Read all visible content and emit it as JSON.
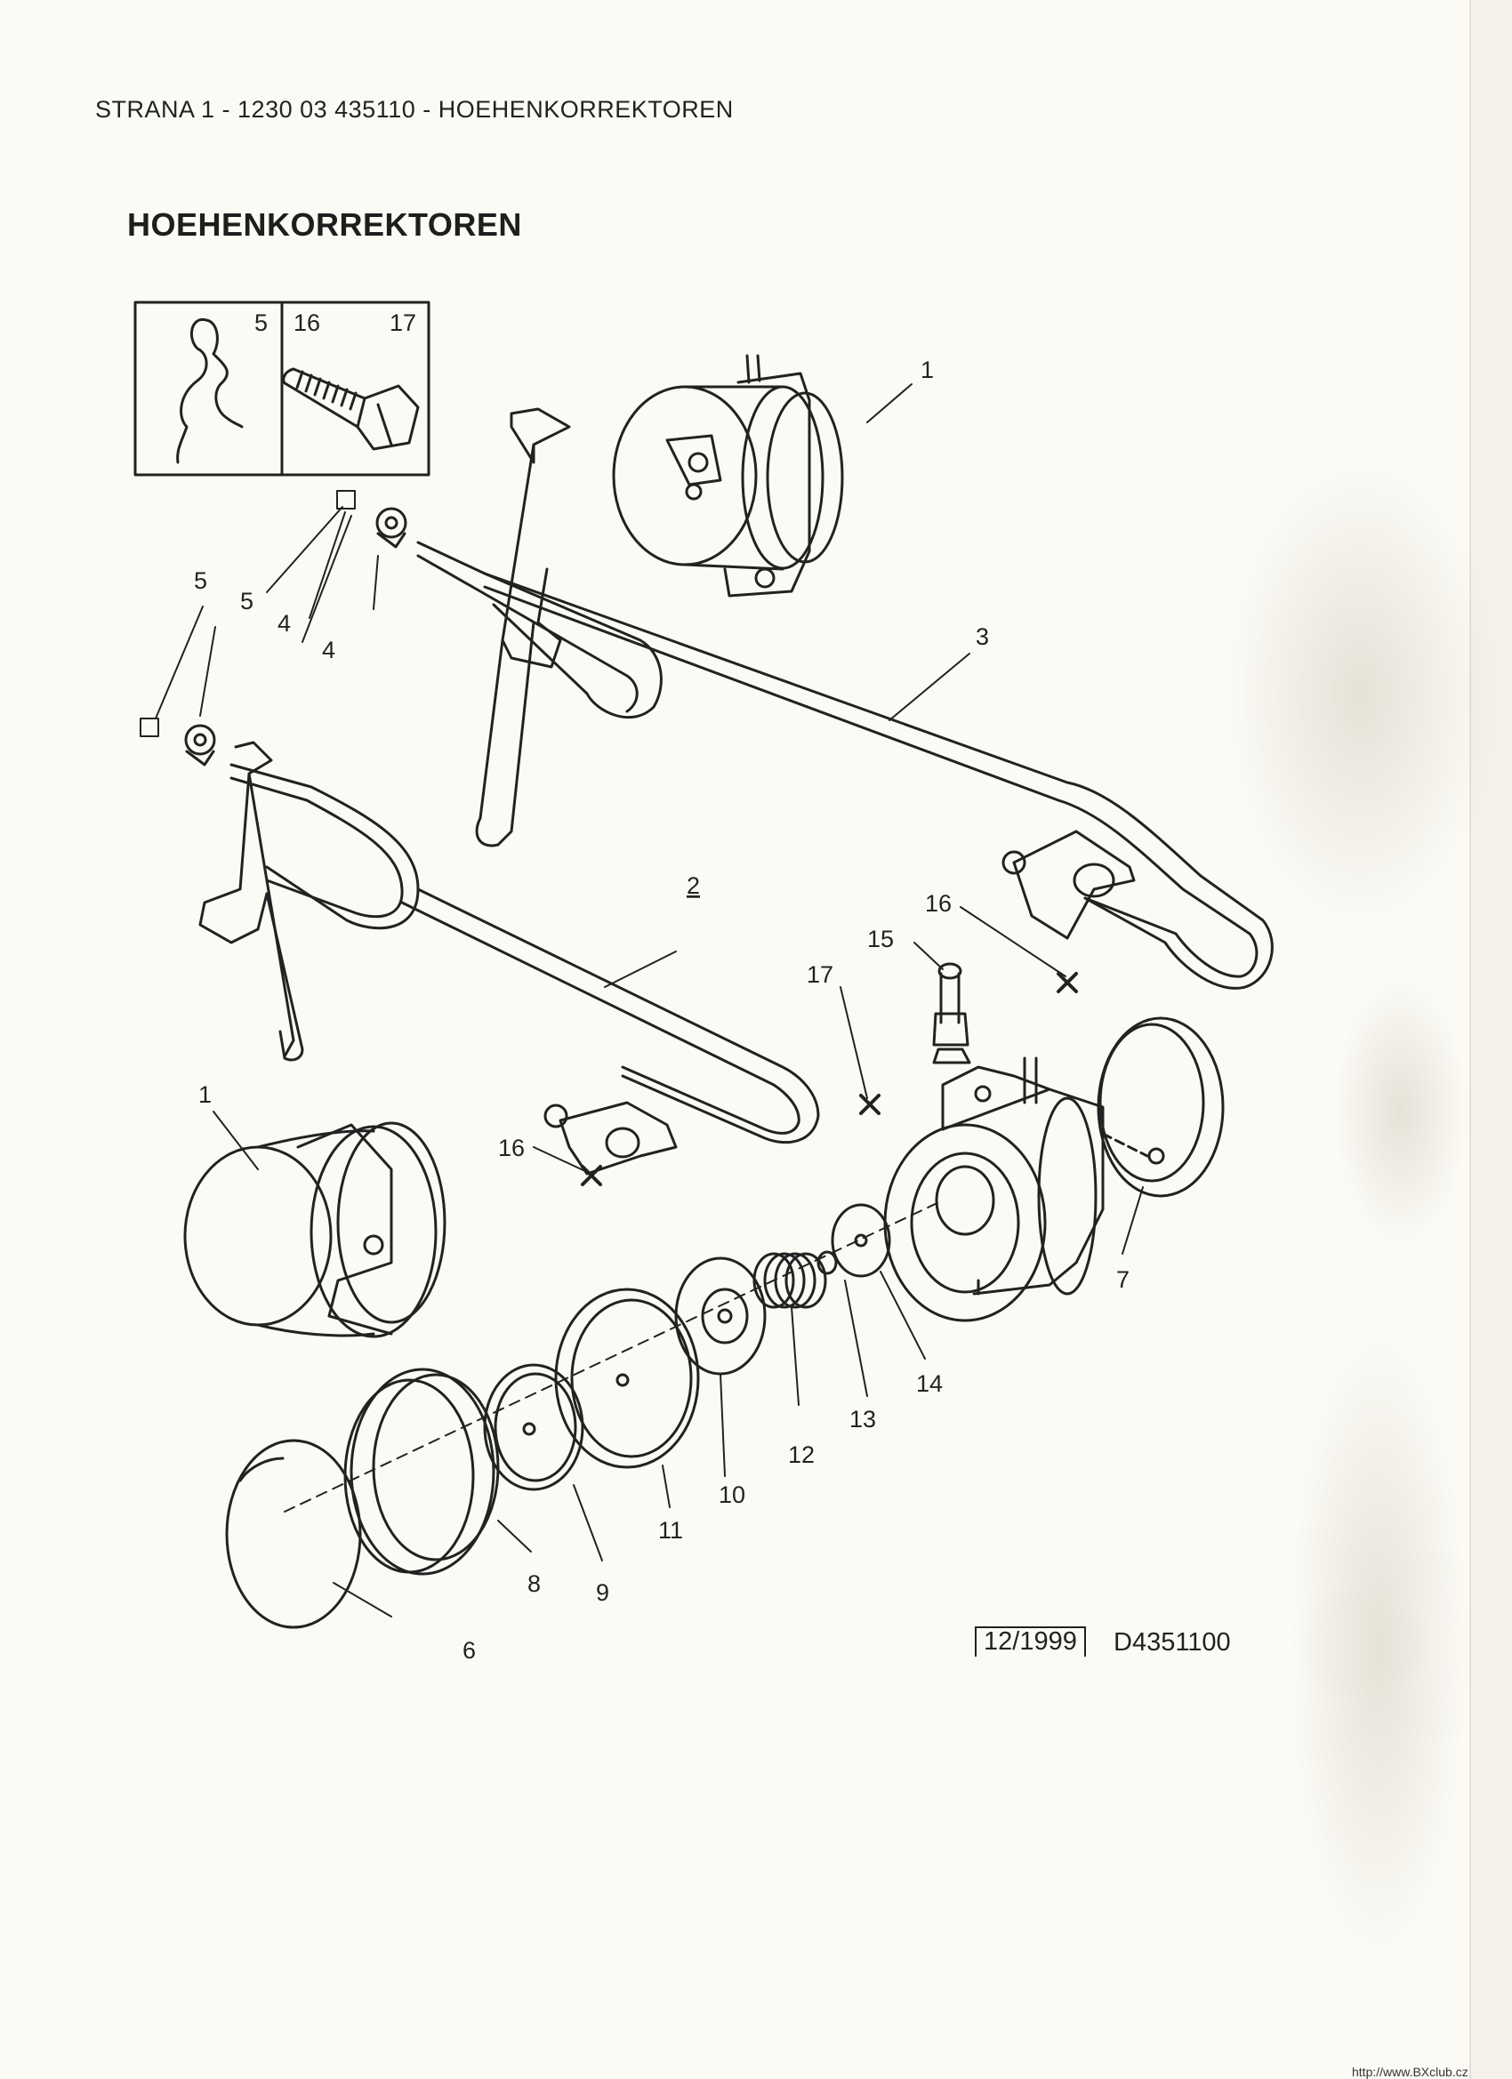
{
  "header": {
    "text": "STRANA 1 - 1230 03 435110 - HOEHENKORREKTOREN"
  },
  "title": "HOEHENKORREKTOREN",
  "inset": {
    "labels": [
      "5",
      "16",
      "17"
    ]
  },
  "callouts": [
    {
      "id": "c1a",
      "label": "1"
    },
    {
      "id": "c1b",
      "label": "1"
    },
    {
      "id": "c2",
      "label": "2"
    },
    {
      "id": "c3",
      "label": "3"
    },
    {
      "id": "c4a",
      "label": "4"
    },
    {
      "id": "c4b",
      "label": "4"
    },
    {
      "id": "c4c",
      "label": "4"
    },
    {
      "id": "c5a",
      "label": "5"
    },
    {
      "id": "c5b",
      "label": "5"
    },
    {
      "id": "c5c",
      "label": "5"
    },
    {
      "id": "c6",
      "label": "6"
    },
    {
      "id": "c7",
      "label": "7"
    },
    {
      "id": "c8",
      "label": "8"
    },
    {
      "id": "c9",
      "label": "9"
    },
    {
      "id": "c10",
      "label": "10"
    },
    {
      "id": "c11",
      "label": "11"
    },
    {
      "id": "c12",
      "label": "12"
    },
    {
      "id": "c13",
      "label": "13"
    },
    {
      "id": "c14",
      "label": "14"
    },
    {
      "id": "c15",
      "label": "15"
    },
    {
      "id": "c16a",
      "label": "16"
    },
    {
      "id": "c16b",
      "label": "16"
    },
    {
      "id": "c17",
      "label": "17"
    }
  ],
  "footer": {
    "date": "12/1999",
    "code": "D4351100",
    "url": "http://www.BXclub.cz"
  },
  "colors": {
    "ink": "#222222",
    "paper": "#fbfaf5"
  }
}
